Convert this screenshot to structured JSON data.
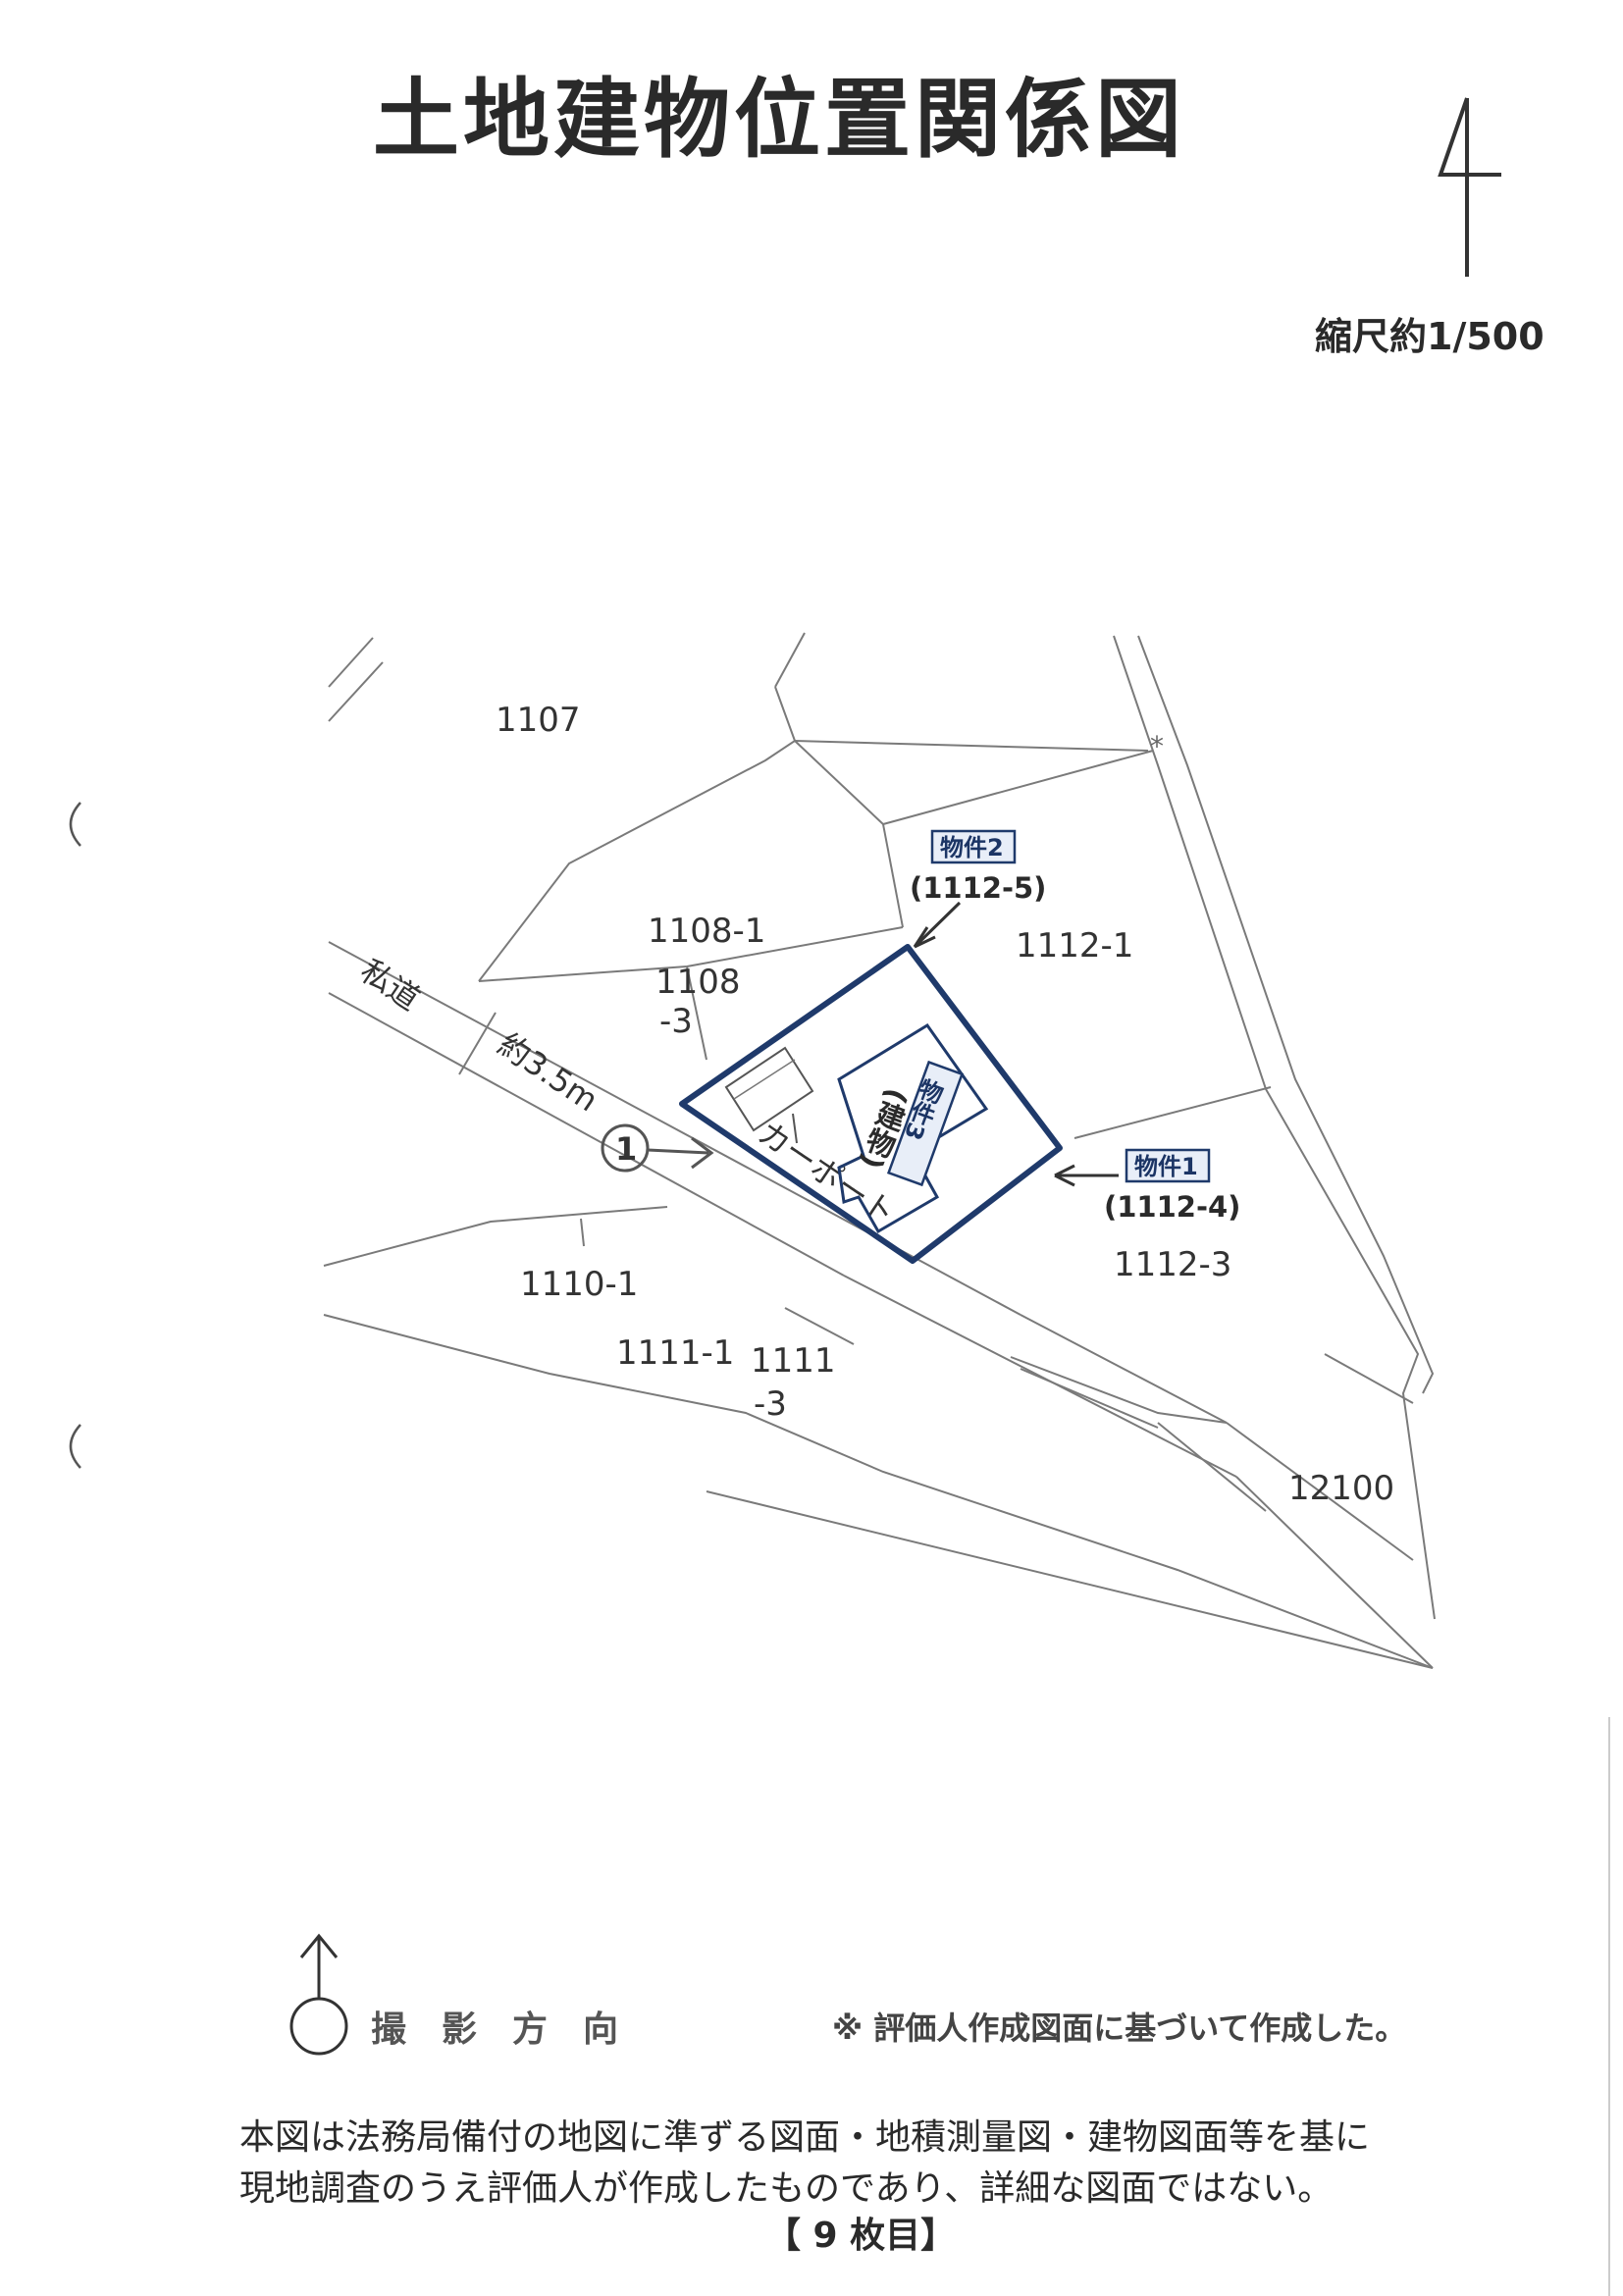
{
  "document": {
    "title": "土地建物位置関係図",
    "north_mark": "4",
    "scale": "縮尺約1/500",
    "page_label": "【 9 枚目】"
  },
  "map": {
    "lots": {
      "l1107": "1107",
      "l1108_1": "1108-1",
      "l1108_3a": "1108",
      "l1108_3b": "-3",
      "l1112_1": "1112-1",
      "l1112_3": "1112-3",
      "l1110_1": "1110-1",
      "l1111_1": "1111-1",
      "l1111_3a": "1111",
      "l1111_3b": "-3",
      "l12100": "12100"
    },
    "road_label": "私道",
    "road_width": "約3.5m",
    "carport_label": "カーポート",
    "photo_point": "1",
    "properties": {
      "p1_badge": "物件1",
      "p1_lot": "(1112-4)",
      "p2_badge": "物件2",
      "p2_lot": "(1112-5)",
      "p3_badge": "物件3",
      "p3_label": "(建物)"
    },
    "colors": {
      "boundary": "#1f3a6b",
      "lines": "#7a7a7a"
    }
  },
  "legend": {
    "photo_direction": "撮　影　方　向",
    "note": "※ 評価人作成図面に基づいて作成した。"
  },
  "footer": {
    "line1": "本図は法務局備付の地図に準ずる図面・地積測量図・建物図面等を基に",
    "line2": "現地調査のうえ評価人が作成したものであり、詳細な図面ではない。"
  }
}
